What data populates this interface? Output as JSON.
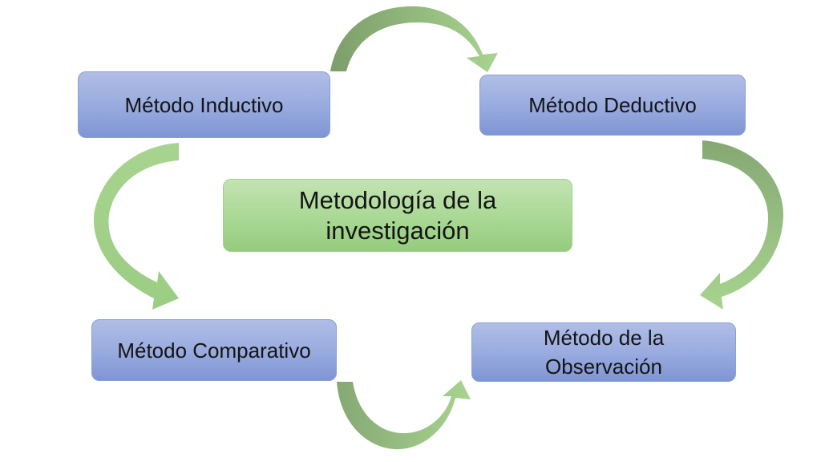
{
  "diagram": {
    "center": {
      "line1": "Metodología de la",
      "line2": "investigación"
    },
    "methods": {
      "inductivo": "Método Inductivo",
      "deductivo": "Método Deductivo",
      "comparativo": "Método Comparativo",
      "observacion_line1": "Método de la",
      "observacion_line2": "Observación"
    }
  },
  "colors": {
    "method_box": "#9aacdf",
    "center_box": "#a9d894",
    "arrow_light": "#a3d18b",
    "arrow_dark": "#7d9d6a"
  }
}
